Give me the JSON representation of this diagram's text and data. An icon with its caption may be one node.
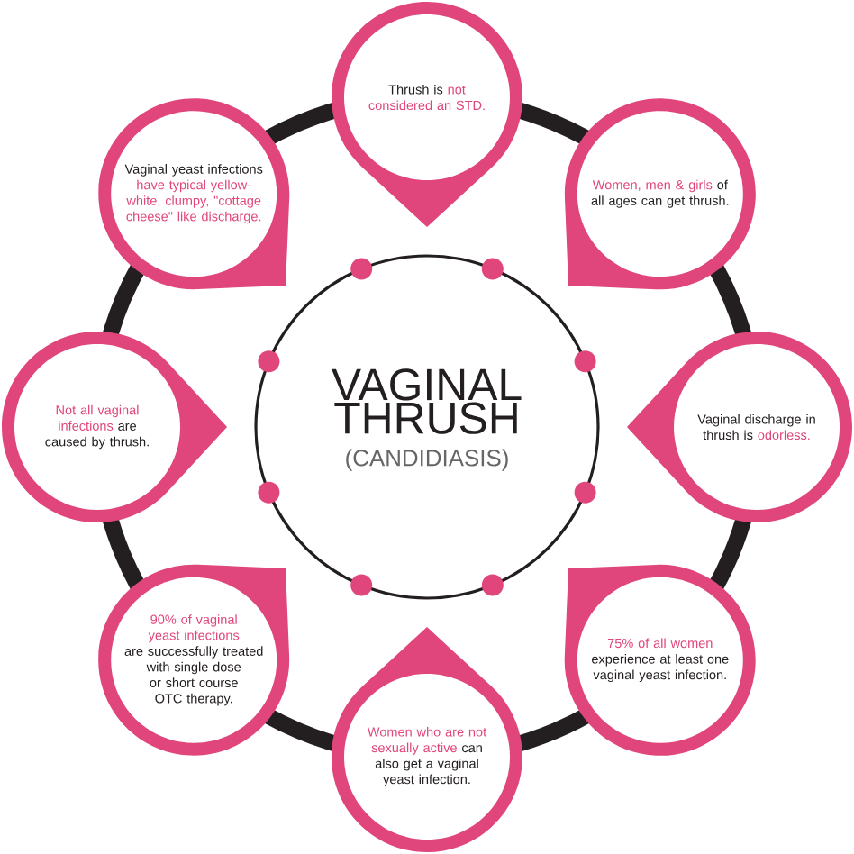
{
  "diagram": {
    "nodes": [
      {
        "text": [
          "Thrush is",
          "not considered an STD."
        ]
      },
      {
        "text": [
          "Vaginal yeast infections",
          "have typical yellow-white, clumpy, \"cottage cheese\" like discharge."
        ]
      },
      {
        "text": [
          "Women, men & girls",
          "of all ages can get thrush."
        ]
      },
      {
        "text": [
          "Not all vaginal infections",
          "are caused by thrush."
        ]
      },
      {
        "text": [
          "VAGINAL THRUSH",
          "(CANDIDIASIS)"
        ]
      },
      {
        "text": [
          "Vaginal discharge in thrush is",
          "odorless."
        ]
      },
      {
        "text": [
          "90% of vaginal yeast infections",
          "are successfully treated with single dose or short course OTC therapy."
        ]
      },
      {
        "text": [
          "75% of all women",
          "experience at least one vaginal yeast infection."
        ]
      },
      {
        "text": [
          "Women who are not sexually active",
          "can also get a vaginal yeast infection."
        ]
      }
    ]
  }
}
